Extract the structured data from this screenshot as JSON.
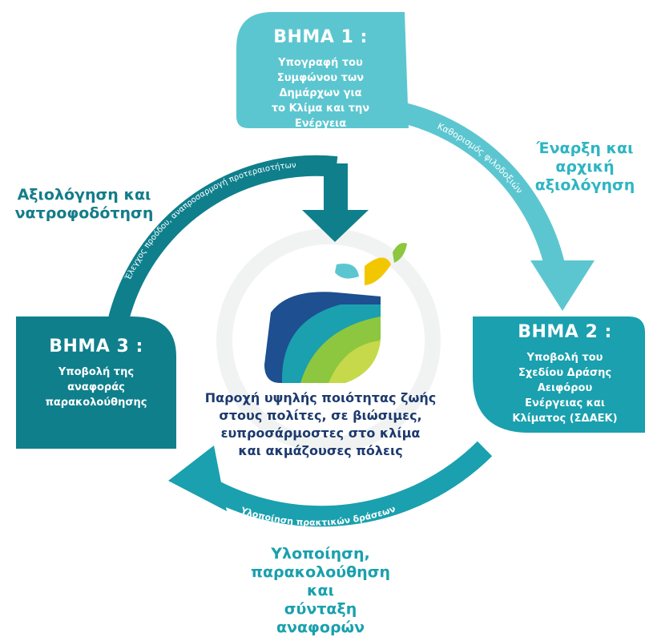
{
  "step1": {
    "title": "ΒΗΜΑ 1 :",
    "lines": [
      "Υπογραφή του",
      "Συμφώνου των",
      "Δημάρχων για",
      "το Κλίμα και την",
      "Ενέργεια"
    ]
  },
  "step2": {
    "title": "ΒΗΜΑ 2 :",
    "lines": [
      "Υποβολή του",
      "Σχεδίου Δράσης",
      "Αειφόρου",
      "Ενέργειας και",
      "Κλίματος (ΣΔΑΕΚ)"
    ]
  },
  "step3": {
    "title": "ΒΗΜΑ 3 :",
    "lines": [
      "Υποβολή της",
      "αναφοράς",
      "παρακολούθησης"
    ]
  },
  "phases": {
    "start": [
      "Έναρξη και",
      "αρχική",
      "αξιολόγηση"
    ],
    "evaluation": [
      "Αξιολόγηση και",
      "νατροφοδότηση"
    ],
    "implementation": [
      "Υλοποίηση,",
      "παρακολούθηση και",
      "σύνταξη αναφορών"
    ]
  },
  "arrows": {
    "right": "Καθορισμός φιλοδοξιών",
    "bottom": "Υλοποίηση πρακτικών δράσεων",
    "left": "Έλεγχος προόδου, αναπροσαρμογή προτεραιοτήτων"
  },
  "center": {
    "lines": [
      "Παροχή υψηλής ποιότητας ζωής",
      "στους πολίτες, σε βιώσιμες,",
      "ευπροσάρμοστες στο κλίμα",
      "και ακμάζουσες πόλεις"
    ]
  },
  "colors": {
    "step1": "#5cc6d0",
    "step2": "#1aa0ae",
    "step3": "#0f7f8c",
    "phase_text_light": "#2fb5c3",
    "phase_text_dark": "#137c8a",
    "center_text": "#1d3a6e"
  }
}
